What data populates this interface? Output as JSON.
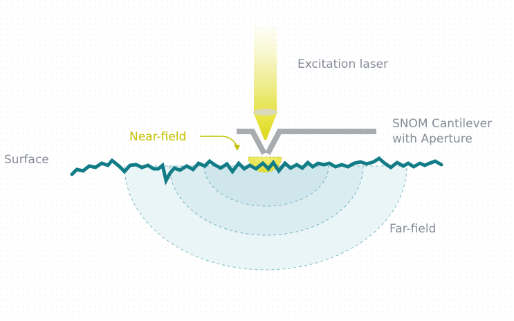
{
  "labels": {
    "excitation_laser": "Excitation laser",
    "snom_cantilever_line1": "SNOM Cantilever",
    "snom_cantilever_line2": "with Aperture",
    "near_field": "Near-field",
    "surface": "Surface",
    "far_field": "Far-field"
  },
  "colors": {
    "surface_line": "#127c86",
    "cantilever": "#a8abb0",
    "laser": "#e8e45a",
    "near_field": "#c3c000",
    "far_field_fill": "#e4f2f5",
    "far_field_dash": "#6fb3bb",
    "label_text": "#858b96",
    "dot_grid": "#e9ebee"
  }
}
